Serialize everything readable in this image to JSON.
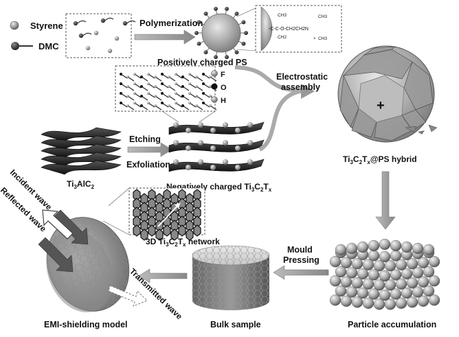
{
  "legend": {
    "styrene": "Styrene",
    "dmc": "DMC"
  },
  "steps": {
    "polymerization": "Polymerization",
    "positively_charged_ps": "Positively charged PS",
    "electrostatic_line1": "Electrostatic",
    "electrostatic_line2": "assembly",
    "etching": "Etching",
    "exfoliation": "Exfoliation",
    "max_phase": "Ti",
    "negatively_charged": "Negatively charged Ti",
    "hybrid": "Ti",
    "network": "3D Ti",
    "mould_line1": "Mould",
    "mould_line2": "Pressing",
    "bulk_sample": "Bulk sample",
    "particle_accumulation": "Particle accumulation",
    "emi_model": "EMI-shielding model"
  },
  "elements": {
    "f": "F",
    "o": "O",
    "h": "H"
  },
  "waves": {
    "incident": "Incident wave",
    "reflected": "Reflected wave",
    "transmitted": "Transmitted wave"
  },
  "chem_fragments": {
    "ch3_top": "CH3",
    "ch3_mid": "CH3",
    "ch3_bot": "CH3",
    "ch2": "CH2",
    "ester": "-C-C-O-CH2CH2N",
    "plus": "+"
  },
  "hybrid_center_sign": "+"
}
